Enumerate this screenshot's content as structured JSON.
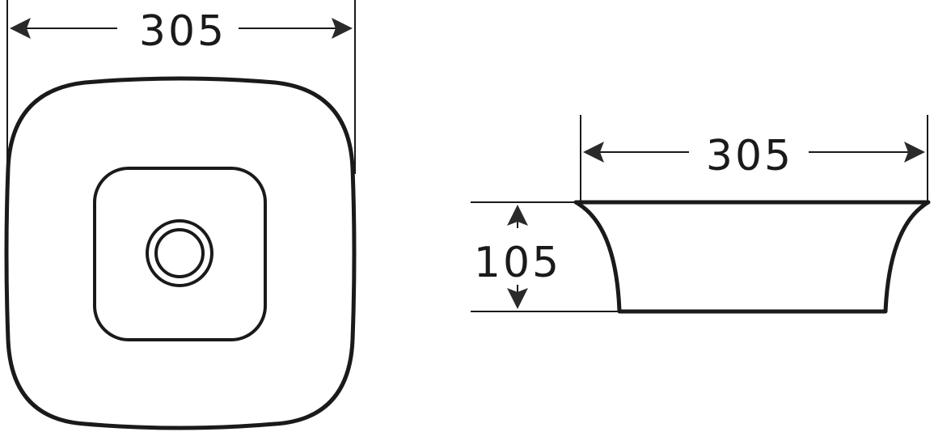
{
  "top_view": {
    "width_label": "305"
  },
  "side_view": {
    "width_label": "305",
    "height_label": "105"
  },
  "colors": {
    "line": "#1a1a1a",
    "background": "#ffffff"
  }
}
